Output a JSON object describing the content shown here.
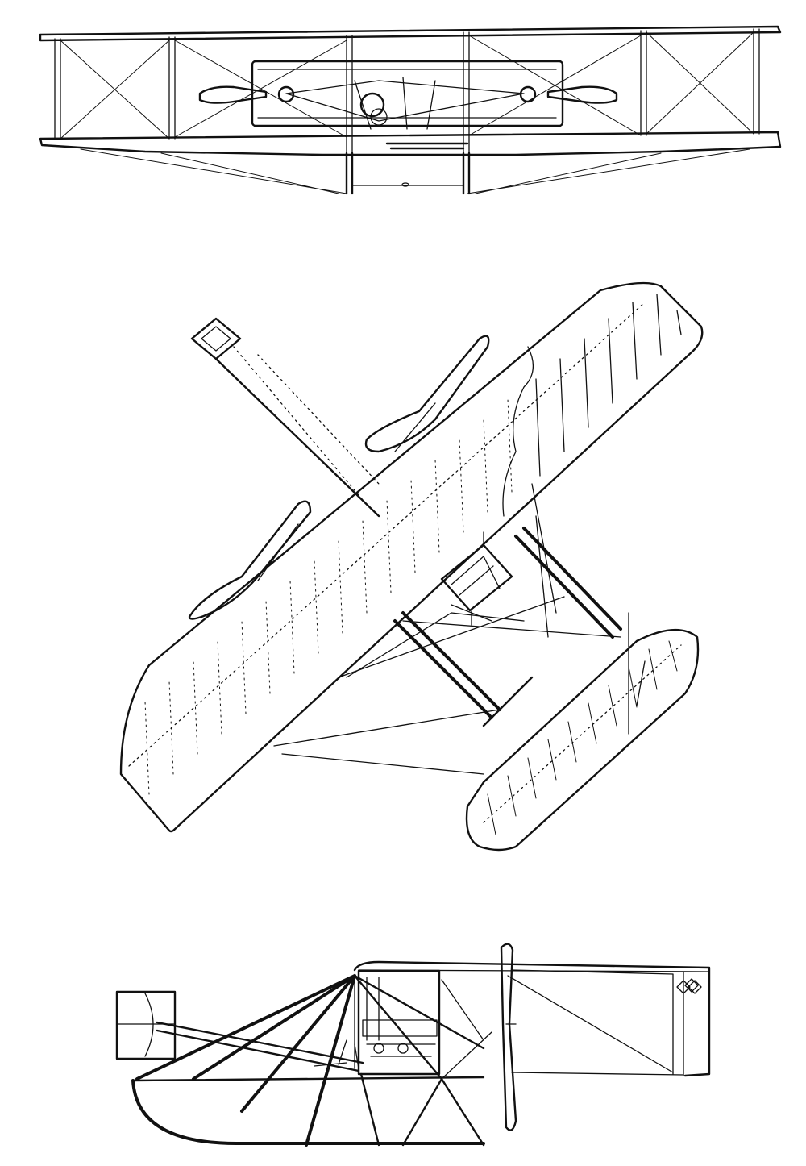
{
  "drawing": {
    "subject": "biplane-three-view",
    "views": [
      "front-view",
      "plan-view",
      "side-view"
    ],
    "line_color": "#111111",
    "background_color": "#ffffff",
    "mark": {
      "icon": "insignia-icon"
    }
  }
}
